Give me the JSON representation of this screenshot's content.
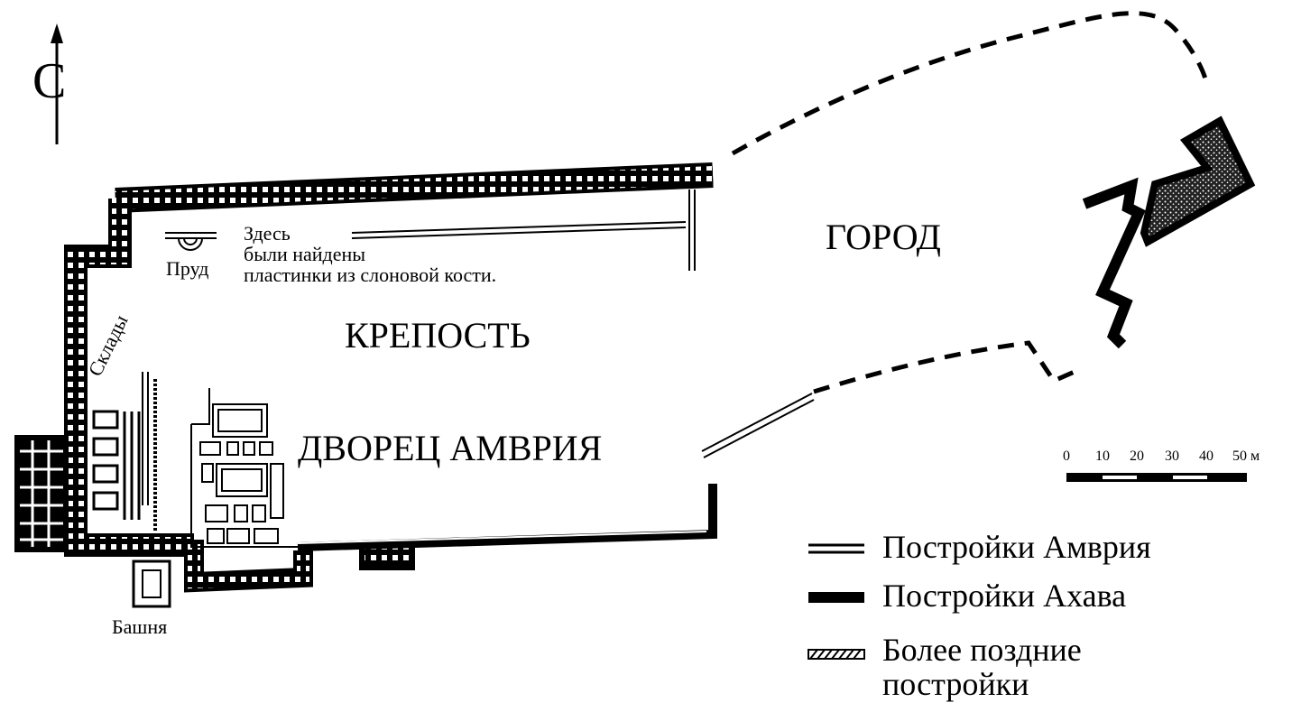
{
  "compass": {
    "letter": "С"
  },
  "labels": {
    "city": "ГОРОД",
    "fortress": "КРЕПОСТЬ",
    "palace": "ДВОРЕЦ АМВРИЯ",
    "pond": "Пруд",
    "tower": "Башня",
    "storehouses": "Склады",
    "find_line1": "Здесь",
    "find_line2": "были найдены",
    "find_line3": "пластинки из слоновой кости."
  },
  "scale": {
    "ticks": [
      "0",
      "10",
      "20",
      "30",
      "40",
      "50 м"
    ]
  },
  "legend": [
    {
      "symbol": "double-line",
      "label": "Постройки Амврия"
    },
    {
      "symbol": "solid-black",
      "label": "Постройки Ахава"
    },
    {
      "symbol": "hatched",
      "label_line1": "Более поздние",
      "label_line2": "постройки"
    }
  ]
}
